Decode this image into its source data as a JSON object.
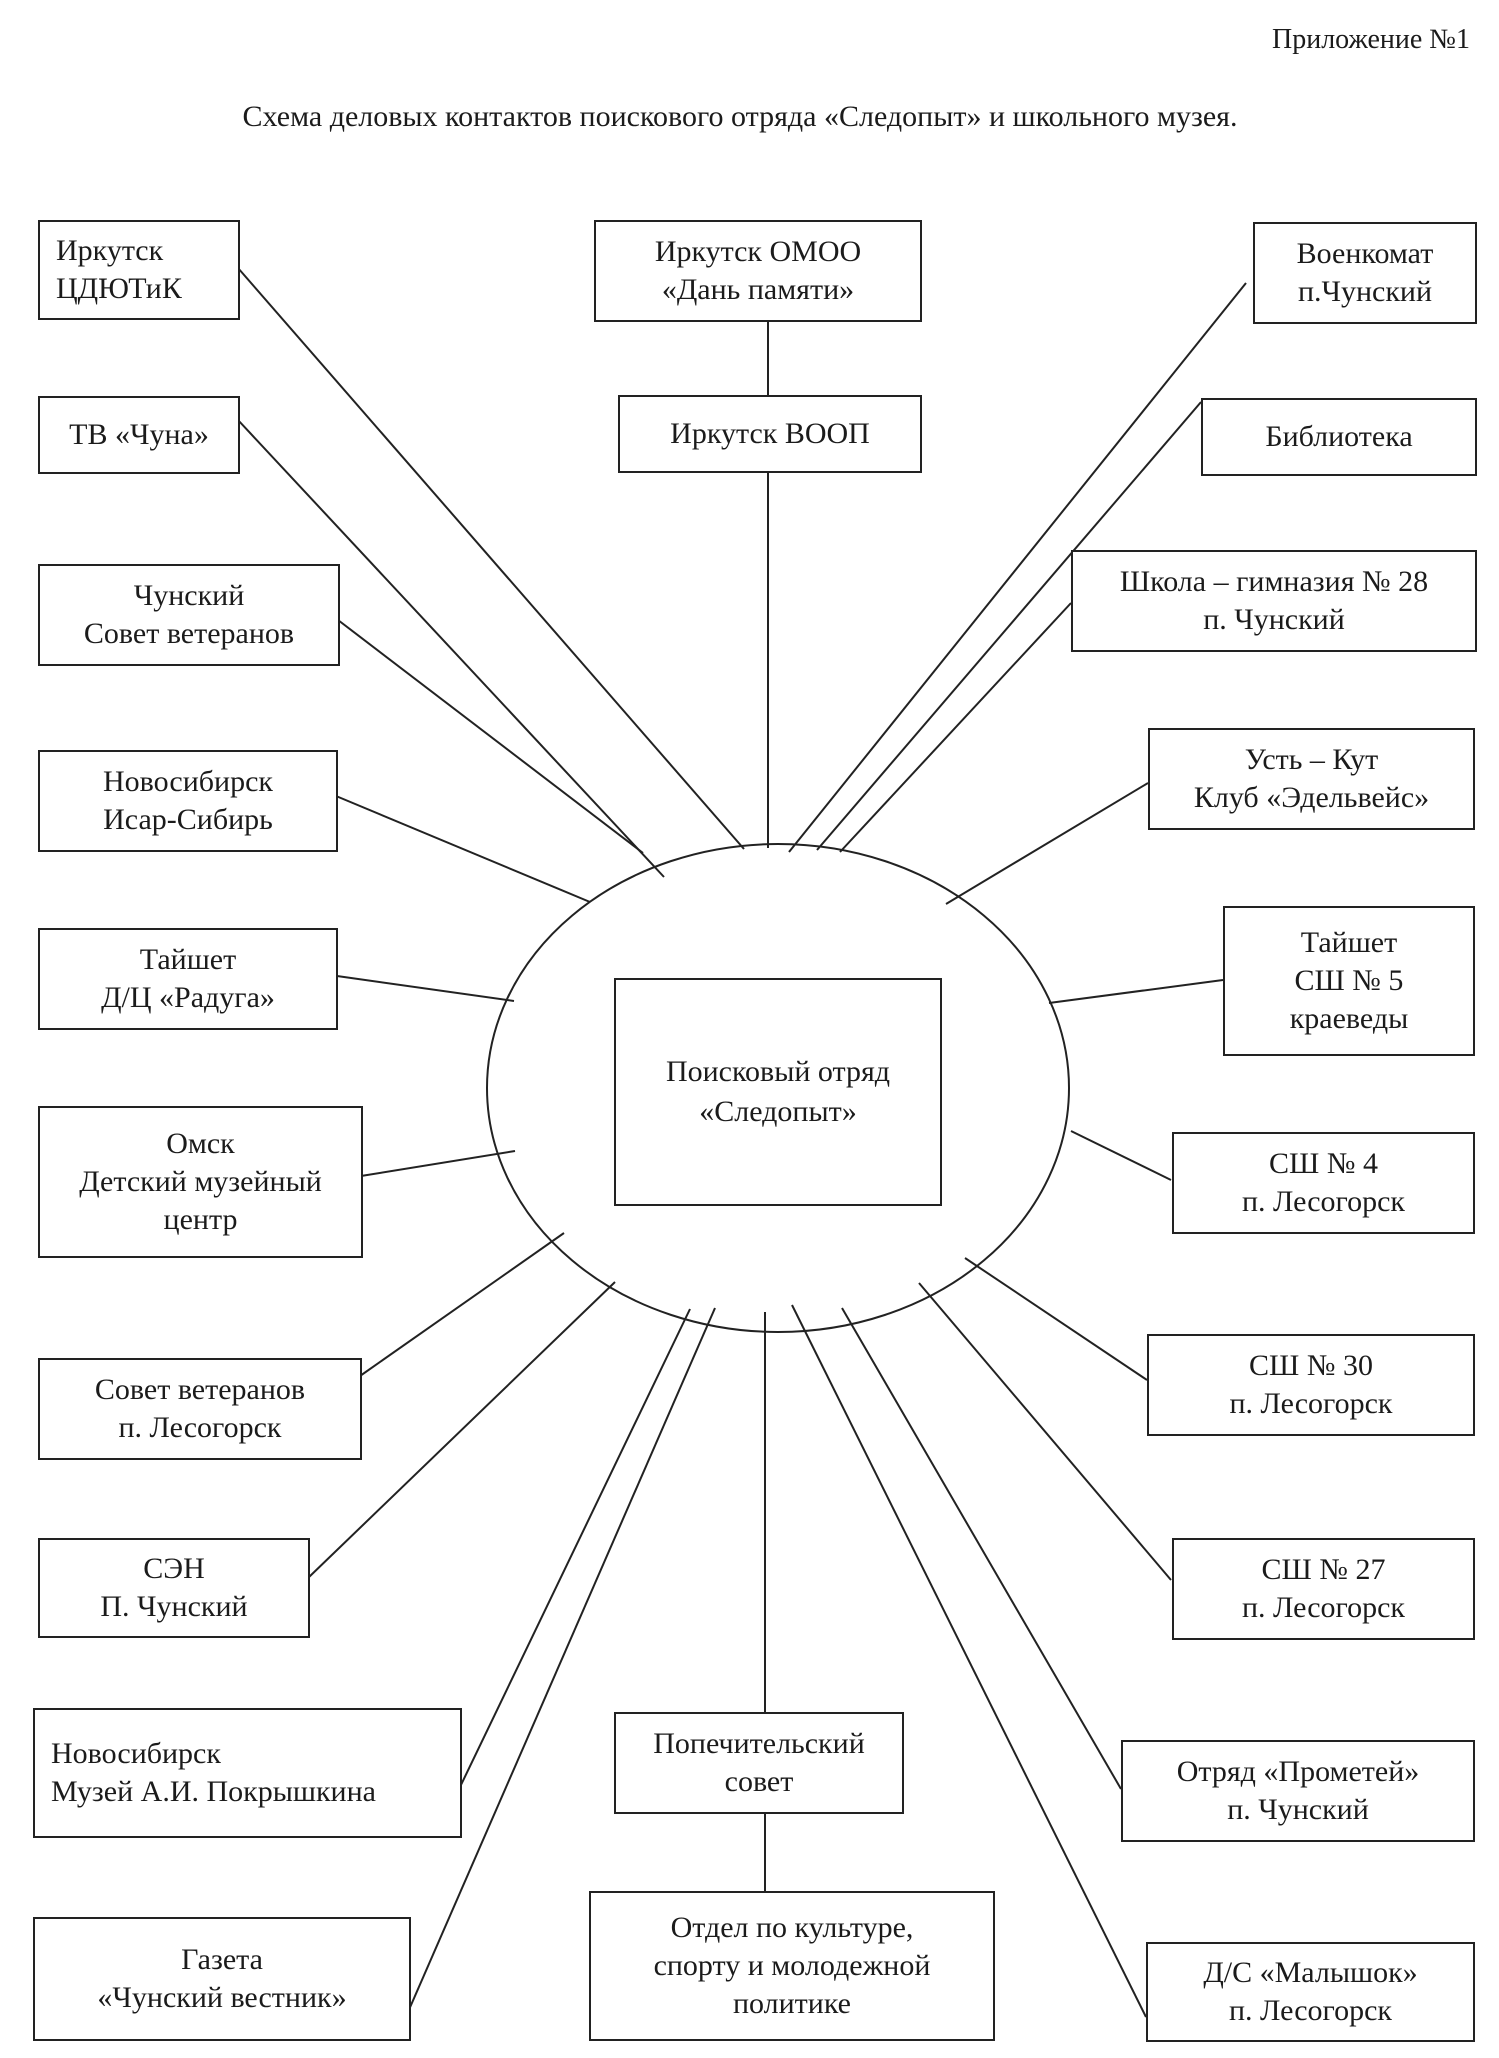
{
  "header": {
    "appendix": "Приложение №1",
    "title": "Схема деловых контактов поискового отряда «Следопыт» и школьного музея."
  },
  "center": {
    "label": "Поисковый отряд\n«Следопыт»"
  },
  "nodes": {
    "irkutsk_cdyutik": "Иркутск\nЦДЮТиК",
    "tv_chuna": "ТВ «Чуна»",
    "chunsky_veterans": "Чунский\nСовет ветеранов",
    "novosibirsk_isar": "Новосибирск\nИсар-Сибирь",
    "taishet_raduga": "Тайшет\nД/Ц «Радуга»",
    "omsk_museum": "Омск\nДетский музейный\nцентр",
    "lesogorsk_veterans": "Совет ветеранов\nп. Лесогорск",
    "sen_chunsky": "СЭН\nП. Чунский",
    "pokryshkin_museum": "Новосибирск\nМузей А.И. Покрышкина",
    "gazeta": "Газета\n«Чунский вестник»",
    "irkutsk_omoo": "Иркутск ОМОО\n«Дань памяти»",
    "irkutsk_voop": "Иркутск ВООП",
    "trustee_council": "Попечительский\nсовет",
    "culture_dept": "Отдел по культуре,\nспорту и молодежной\nполитике",
    "voenkomat": "Военкомат\nп.Чунский",
    "library": "Библиотека",
    "gymnasium_28": "Школа – гимназия № 28\nп. Чунский",
    "ust_kut_club": "Усть – Кут\nКлуб «Эдельвейс»",
    "taishet_school5": "Тайшет\nСШ № 5\nкраеведы",
    "school4": "СШ № 4\nп. Лесогорск",
    "school30": "СШ № 30\nп. Лесогорск",
    "school27": "СШ № 27\nп. Лесогорск",
    "prometei": "Отряд «Прометей»\nп. Чунский",
    "malyshok": "Д/С «Малышок»\nп. Лесогорск"
  }
}
